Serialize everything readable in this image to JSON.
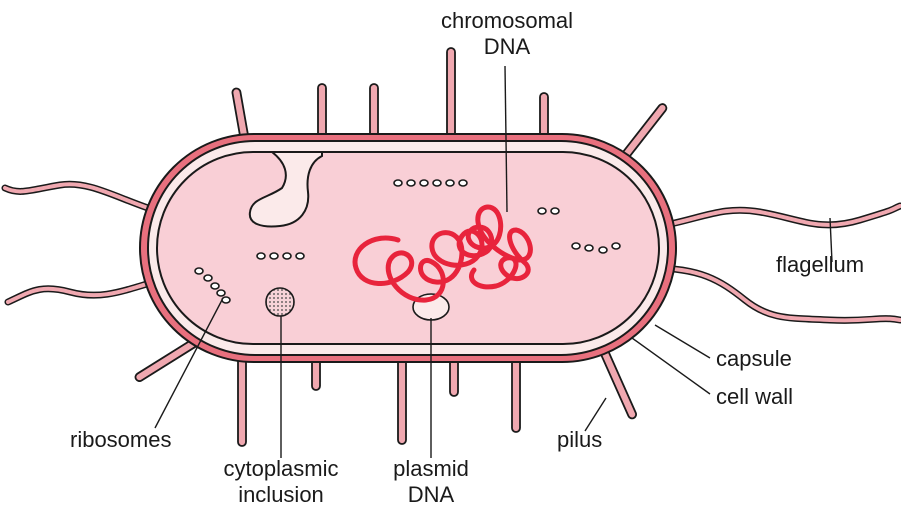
{
  "colors": {
    "capsule": "#e8707e",
    "membrane_gap": "#fbeaea",
    "cytoplasm": "#f9cfd6",
    "outline": "#1a1a1a",
    "chromosome": "#e8243c",
    "appendage": "#f0a8b0"
  },
  "labels": {
    "chromosomal_dna": [
      "chromosomal",
      "DNA"
    ],
    "flagellum": "flagellum",
    "capsule": "capsule",
    "cell_wall": "cell wall",
    "pilus": "pilus",
    "ribosomes": "ribosomes",
    "cytoplasmic_inclusion": [
      "cytoplasmic",
      "inclusion"
    ],
    "plasmid_dna": [
      "plasmid",
      "DNA"
    ]
  }
}
